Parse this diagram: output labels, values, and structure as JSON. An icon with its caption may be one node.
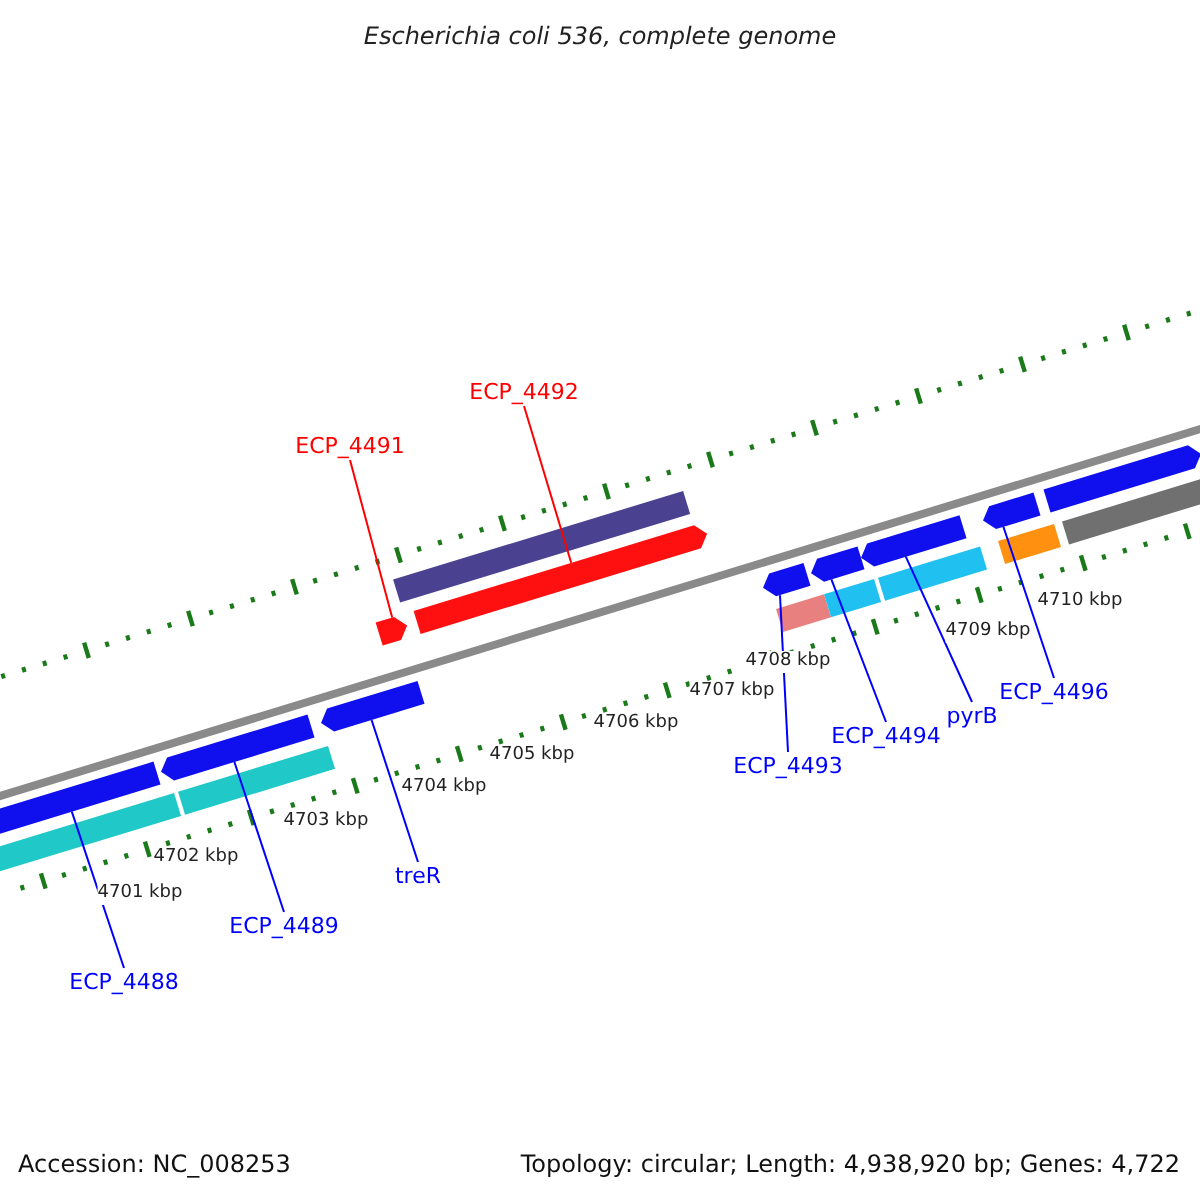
{
  "diagram": {
    "title": "Escherichia coli 536, complete genome",
    "nodes": [
      {
        "text": [
          "ECP_4492"
        ]
      },
      {
        "text": [
          "ECP_4491"
        ]
      },
      {
        "text": [
          "ECP_4496"
        ]
      },
      {
        "text": [
          "pyrB"
        ]
      },
      {
        "text": [
          "ECP_4494"
        ]
      },
      {
        "text": [
          "ECP_4493"
        ]
      },
      {
        "text": [
          "treR"
        ]
      },
      {
        "text": [
          "ECP_4489"
        ]
      },
      {
        "text": [
          "ECP_4488"
        ]
      },
      {
        "text": [],
        "shape": "arrow"
      },
      {
        "text": [],
        "shape": "arrow"
      },
      {
        "text": [],
        "shape": "arrow"
      },
      {
        "text": [],
        "shape": "arrow"
      },
      {
        "text": [],
        "shape": "arrow"
      },
      {
        "text": [],
        "shape": "arrow"
      },
      {
        "text": [],
        "shape": "arrow"
      },
      {
        "text": [],
        "shape": "arrow"
      },
      {
        "text": [],
        "shape": "arrow"
      },
      {
        "text": [],
        "shape": "box"
      },
      {
        "text": [],
        "shape": "arrow"
      },
      {
        "text": [],
        "shape": "box"
      },
      {
        "text": [],
        "shape": "box"
      },
      {
        "text": [],
        "shape": "box"
      },
      {
        "text": [],
        "shape": "box"
      },
      {
        "text": [],
        "shape": "box"
      },
      {
        "text": [],
        "shape": "box"
      },
      {
        "text": [],
        "shape": "box"
      }
    ],
    "edges": [
      {
        "from": 0,
        "to": 10,
        "arrow": "none",
        "color": "#ff0000"
      },
      {
        "from": 1,
        "to": 9,
        "arrow": "none",
        "color": "#ff0000"
      },
      {
        "from": 2,
        "to": 17,
        "arrow": "none"
      },
      {
        "from": 3,
        "to": 16,
        "arrow": "none"
      },
      {
        "from": 4,
        "to": 15,
        "arrow": "none"
      },
      {
        "from": 5,
        "to": 14,
        "arrow": "none"
      },
      {
        "from": 6,
        "to": 13,
        "arrow": "none"
      },
      {
        "from": 7,
        "to": 12,
        "arrow": "none"
      },
      {
        "from": 8,
        "to": 11,
        "arrow": "none"
      }
    ],
    "labels": [
      "4701 kbp",
      "4702 kbp",
      "4703 kbp",
      "4704 kbp",
      "4705 kbp",
      "4706 kbp",
      "4707 kbp",
      "4708 kbp",
      "4709 kbp",
      "4710 kbp",
      "Accession: NC_008253",
      "Topology: circular; Length: 4,938,920 bp; Genes: 4,722"
    ]
  }
}
